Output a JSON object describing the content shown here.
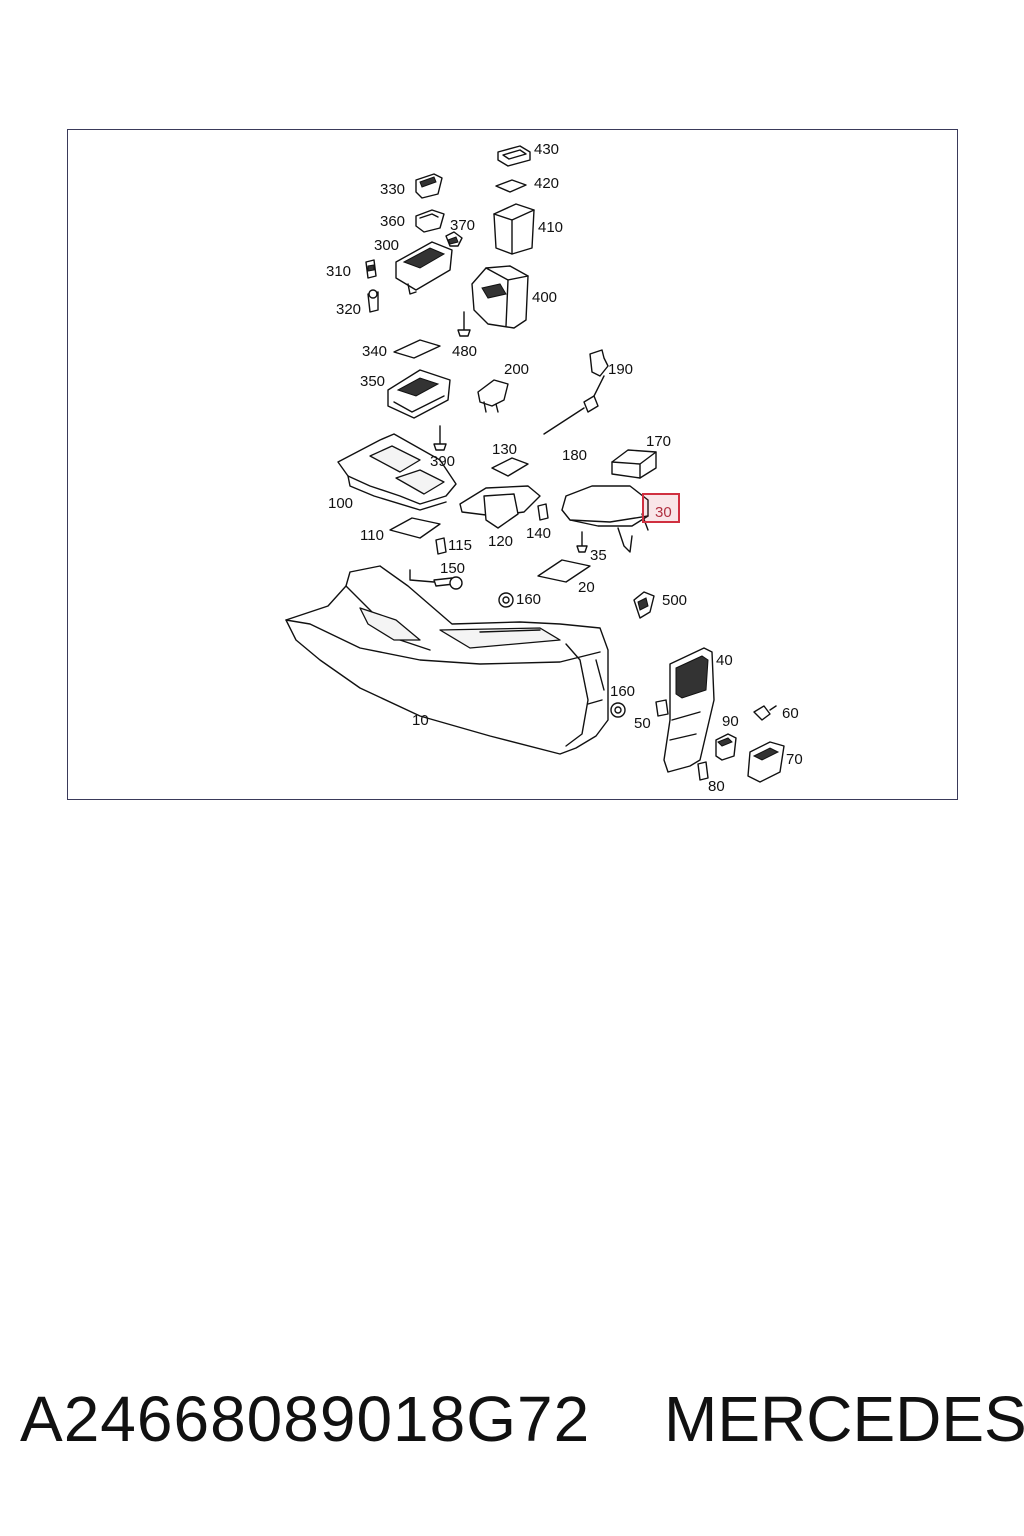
{
  "diagram": {
    "callouts": [
      "430",
      "420",
      "330",
      "360",
      "370",
      "410",
      "300",
      "310",
      "400",
      "320",
      "340",
      "480",
      "200",
      "190",
      "350",
      "180",
      "390",
      "170",
      "130",
      "100",
      "30",
      "110",
      "115",
      "120",
      "140",
      "35",
      "150",
      "20",
      "160",
      "500",
      "40",
      "10",
      "160",
      "50",
      "90",
      "60",
      "70",
      "80"
    ],
    "highlighted": "30",
    "highlight_color": "#d03040"
  },
  "footer": {
    "part_number": "A24668089018G72",
    "brand": "MERCEDES"
  }
}
